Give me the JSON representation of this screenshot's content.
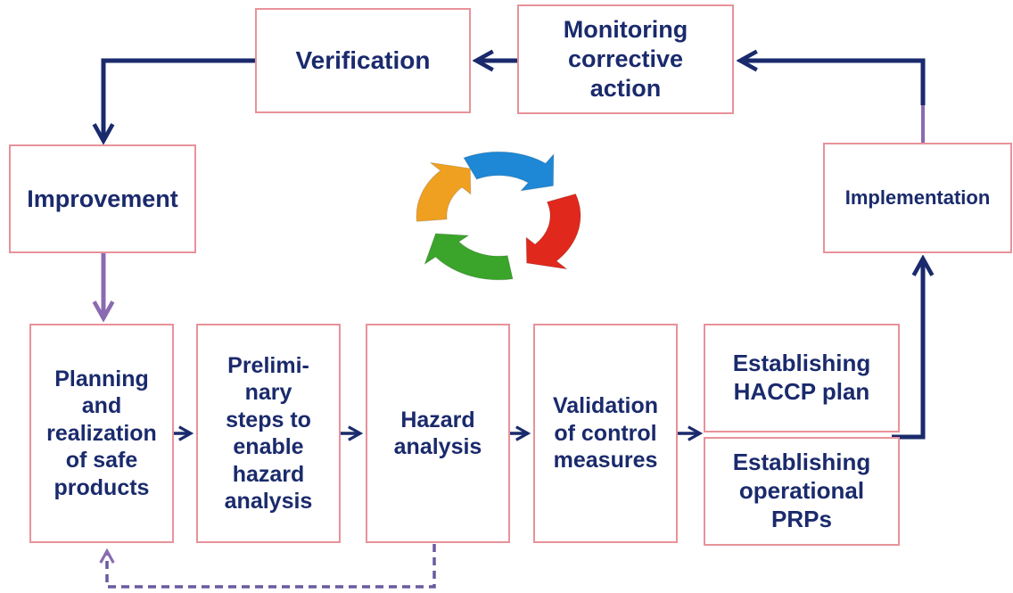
{
  "diagram": {
    "nodes": {
      "verification": "Verification",
      "monitoring": "Monitoring\ncorrective\naction",
      "improvement": "Improvement",
      "implementation": "Implementation",
      "planning": "Planning\nand\nrealization\nof safe\nproducts",
      "preliminary": "Prelimi-\nnary\nsteps to\nenable\nhazard\nanalysis",
      "hazard": "Hazard\nanalysis",
      "validation": "Validation\nof control\nmeasures",
      "haccp": "Establishing\nHACCP plan",
      "prps": "Establishing\noperational\nPRPs"
    },
    "colors": {
      "box_border": "#e8929a",
      "text": "#1a2a6c",
      "arrow_navy": "#1a2a6c",
      "arrow_purple": "#8a6bb0",
      "cycle_blue": "#1e88d6",
      "cycle_red": "#e0281c",
      "cycle_green": "#3aa52a",
      "cycle_orange": "#f0a020"
    },
    "cycle_icon": "circular-arrows-icon"
  }
}
